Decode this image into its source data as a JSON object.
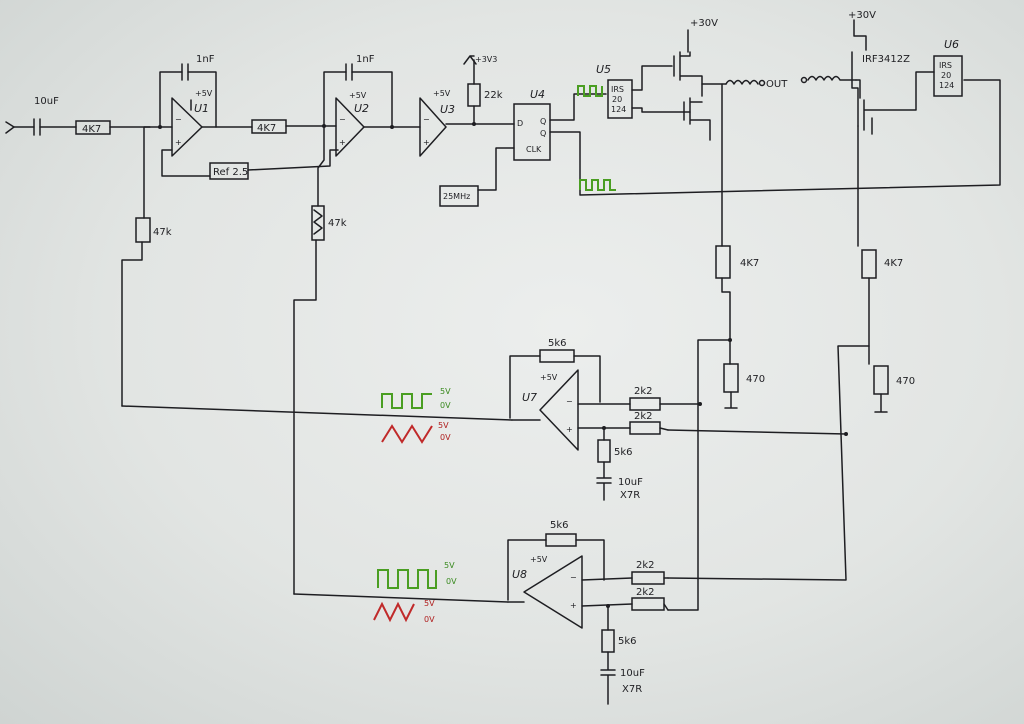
{
  "components": {
    "c_in": "10uF",
    "r_in": "4K7",
    "c_u1": "1nF",
    "c_u2": "1nF",
    "r_u1u2": "4K7",
    "ref": "Ref 2.5",
    "u1": "U1",
    "u2": "U2",
    "u3": "U3",
    "u4": "U4",
    "u5": "U5",
    "u6": "U6",
    "u7": "U7",
    "u8": "U8",
    "plus5v": "+5V",
    "plus3v3": "+3V3",
    "r22k": "22k",
    "r47k_a": "47k",
    "r47k_b": "47k",
    "osc": "25MHz",
    "ff_d": "D",
    "ff_q": "Q",
    "ff_qn": "Q",
    "ff_clk": "CLK",
    "irs_a": "IRS",
    "irs_a2": "20",
    "irs_a3": "124",
    "irs_b": "IRS",
    "irs_b2": "20",
    "irs_b3": "124",
    "plus30v_a": "+30V",
    "plus30v_b": "+30V",
    "mosfet": "IRF3412Z",
    "out": "OUT",
    "r4k7_a": "4K7",
    "r4k7_b": "4K7",
    "r470_a": "470",
    "r470_b": "470",
    "r5k6_u7f": "5k6",
    "r5k6_u7g": "5k6",
    "r5k6_u8f": "5k6",
    "r5k6_u8g": "5k6",
    "r2k2_1": "2k2",
    "r2k2_2": "2k2",
    "r2k2_3": "2k2",
    "r2k2_4": "2k2",
    "c_u7": "10uF",
    "c_u7b": "X7R",
    "c_u8": "10uF",
    "c_u8b": "X7R",
    "v5_a": "5V",
    "v0_a": "0V",
    "v5_b": "5V",
    "v0_b": "0V",
    "v5_c": "5V",
    "v0_c": "0V",
    "v5_d": "5V",
    "v0_d": "0V"
  },
  "colors": {
    "ink": "#1e1e22",
    "square_wave": "#4a9e22",
    "triangle_wave": "#c02a2a",
    "paper": "#e6e9e7"
  }
}
